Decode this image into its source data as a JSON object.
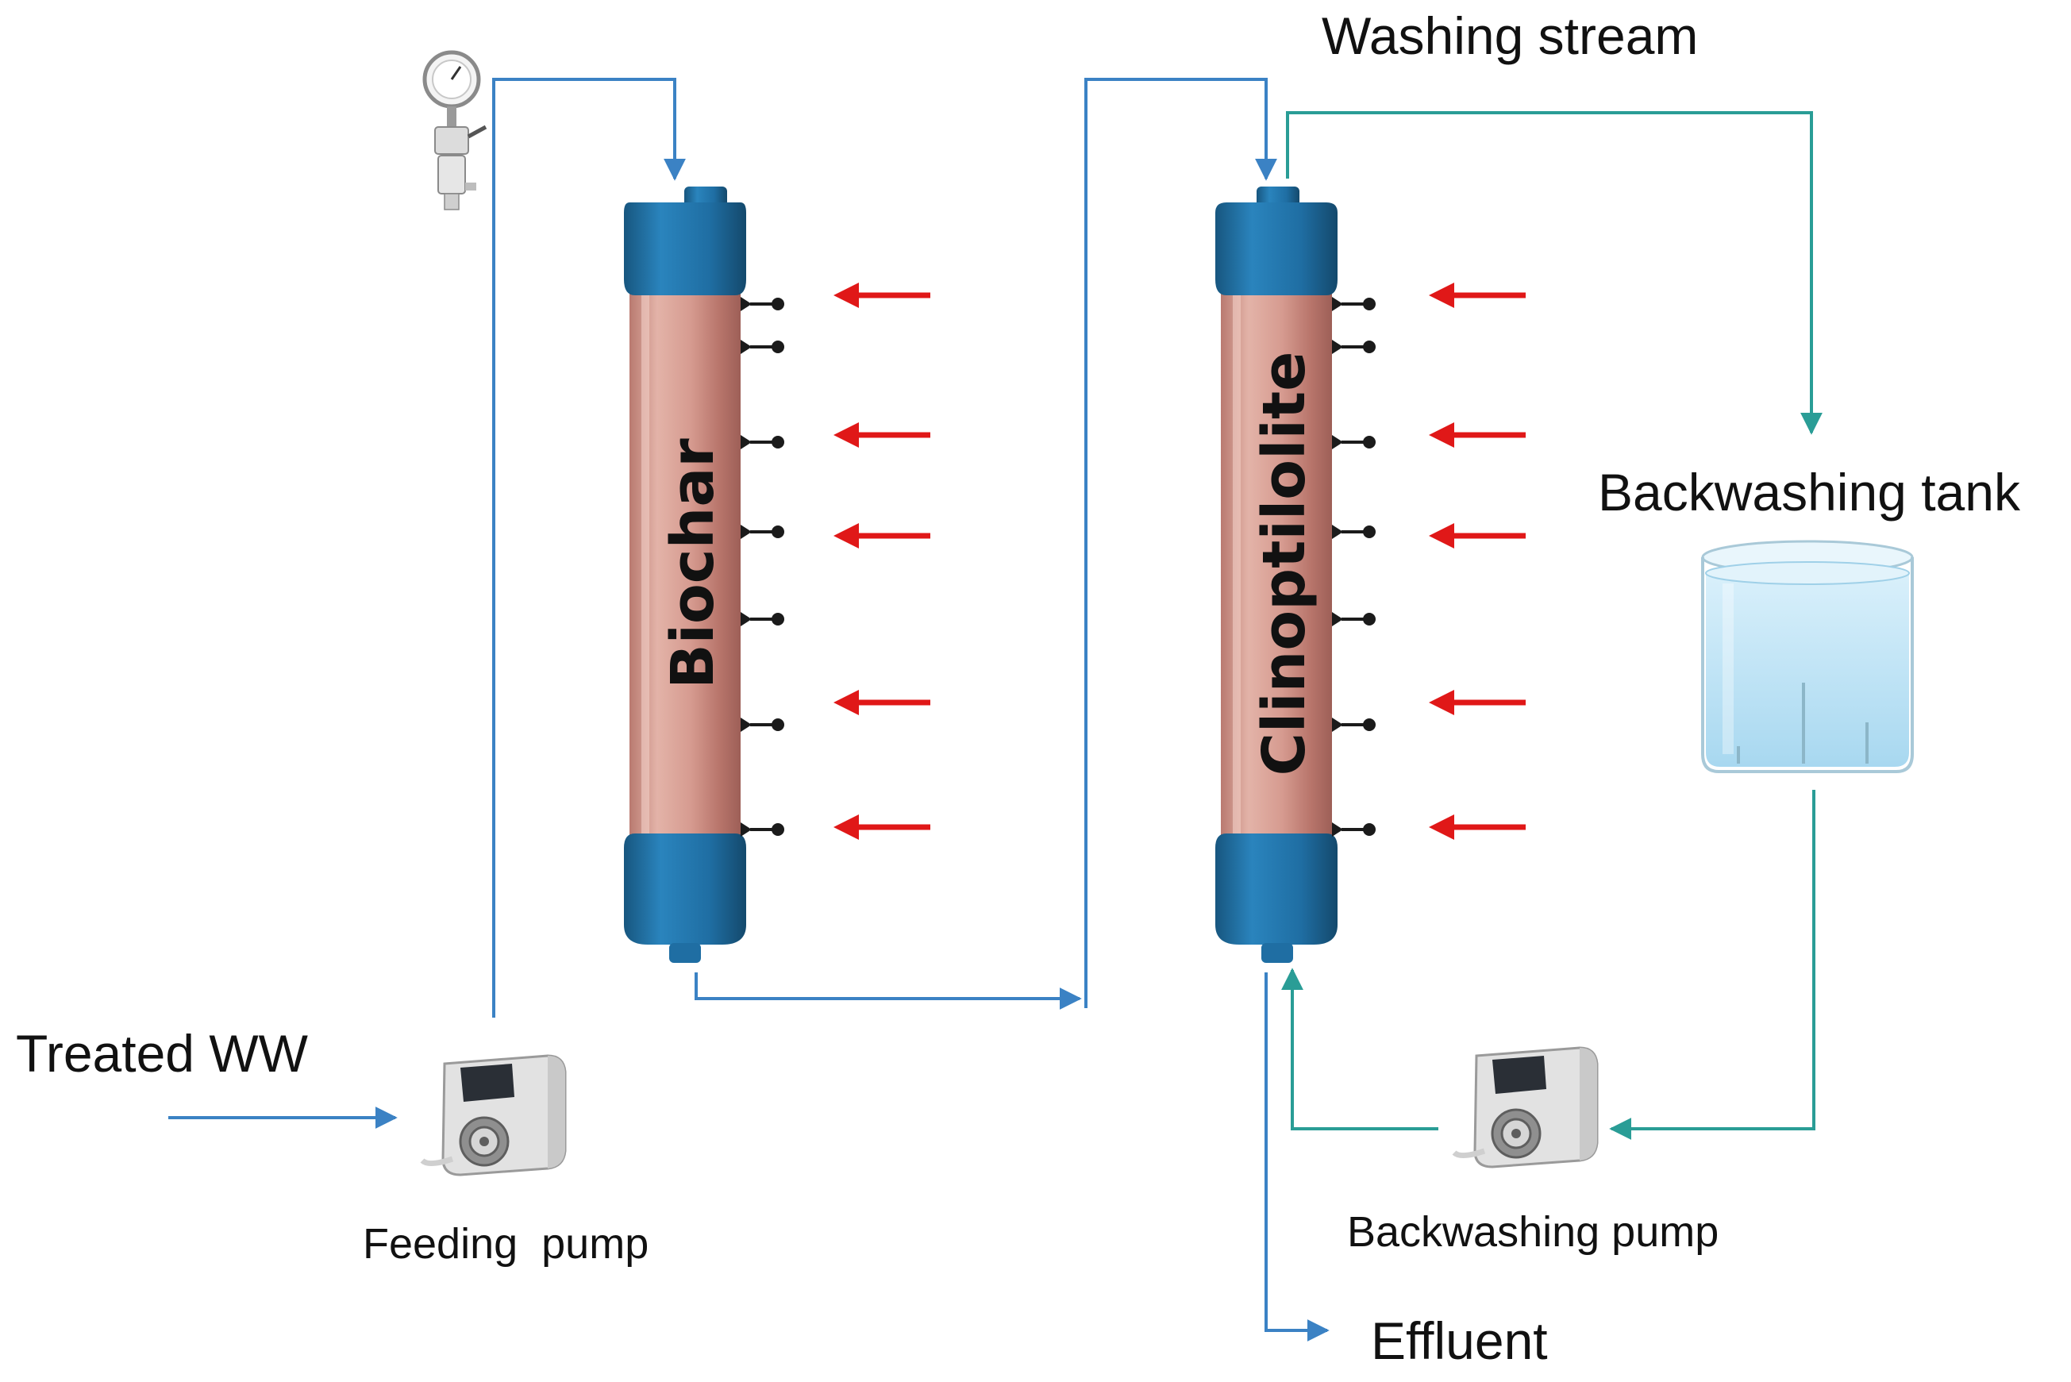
{
  "labels": {
    "washing_stream": "Washing stream",
    "backwashing_tank": "Backwashing tank",
    "treated_ww": "Treated WW",
    "feeding_pump": "Feeding  pump",
    "backwashing_pump": "Backwashing pump",
    "effluent": "Effluent"
  },
  "columns": [
    {
      "label": "Biochar"
    },
    {
      "label": "Clinoptilolite"
    }
  ],
  "colors": {
    "feed_line": "#3b82c4",
    "wash_line": "#2a9d96",
    "sampling_arrow": "#e01818",
    "column_cap": "#1f6ea3",
    "column_body": "#d49a90",
    "tank_water": "#bfe3f5",
    "pump_body": "#e2e2e2"
  },
  "icons": [
    "pressure-gauge-icon",
    "peristaltic-pump-icon",
    "tank-icon",
    "sampling-port-icon"
  ]
}
